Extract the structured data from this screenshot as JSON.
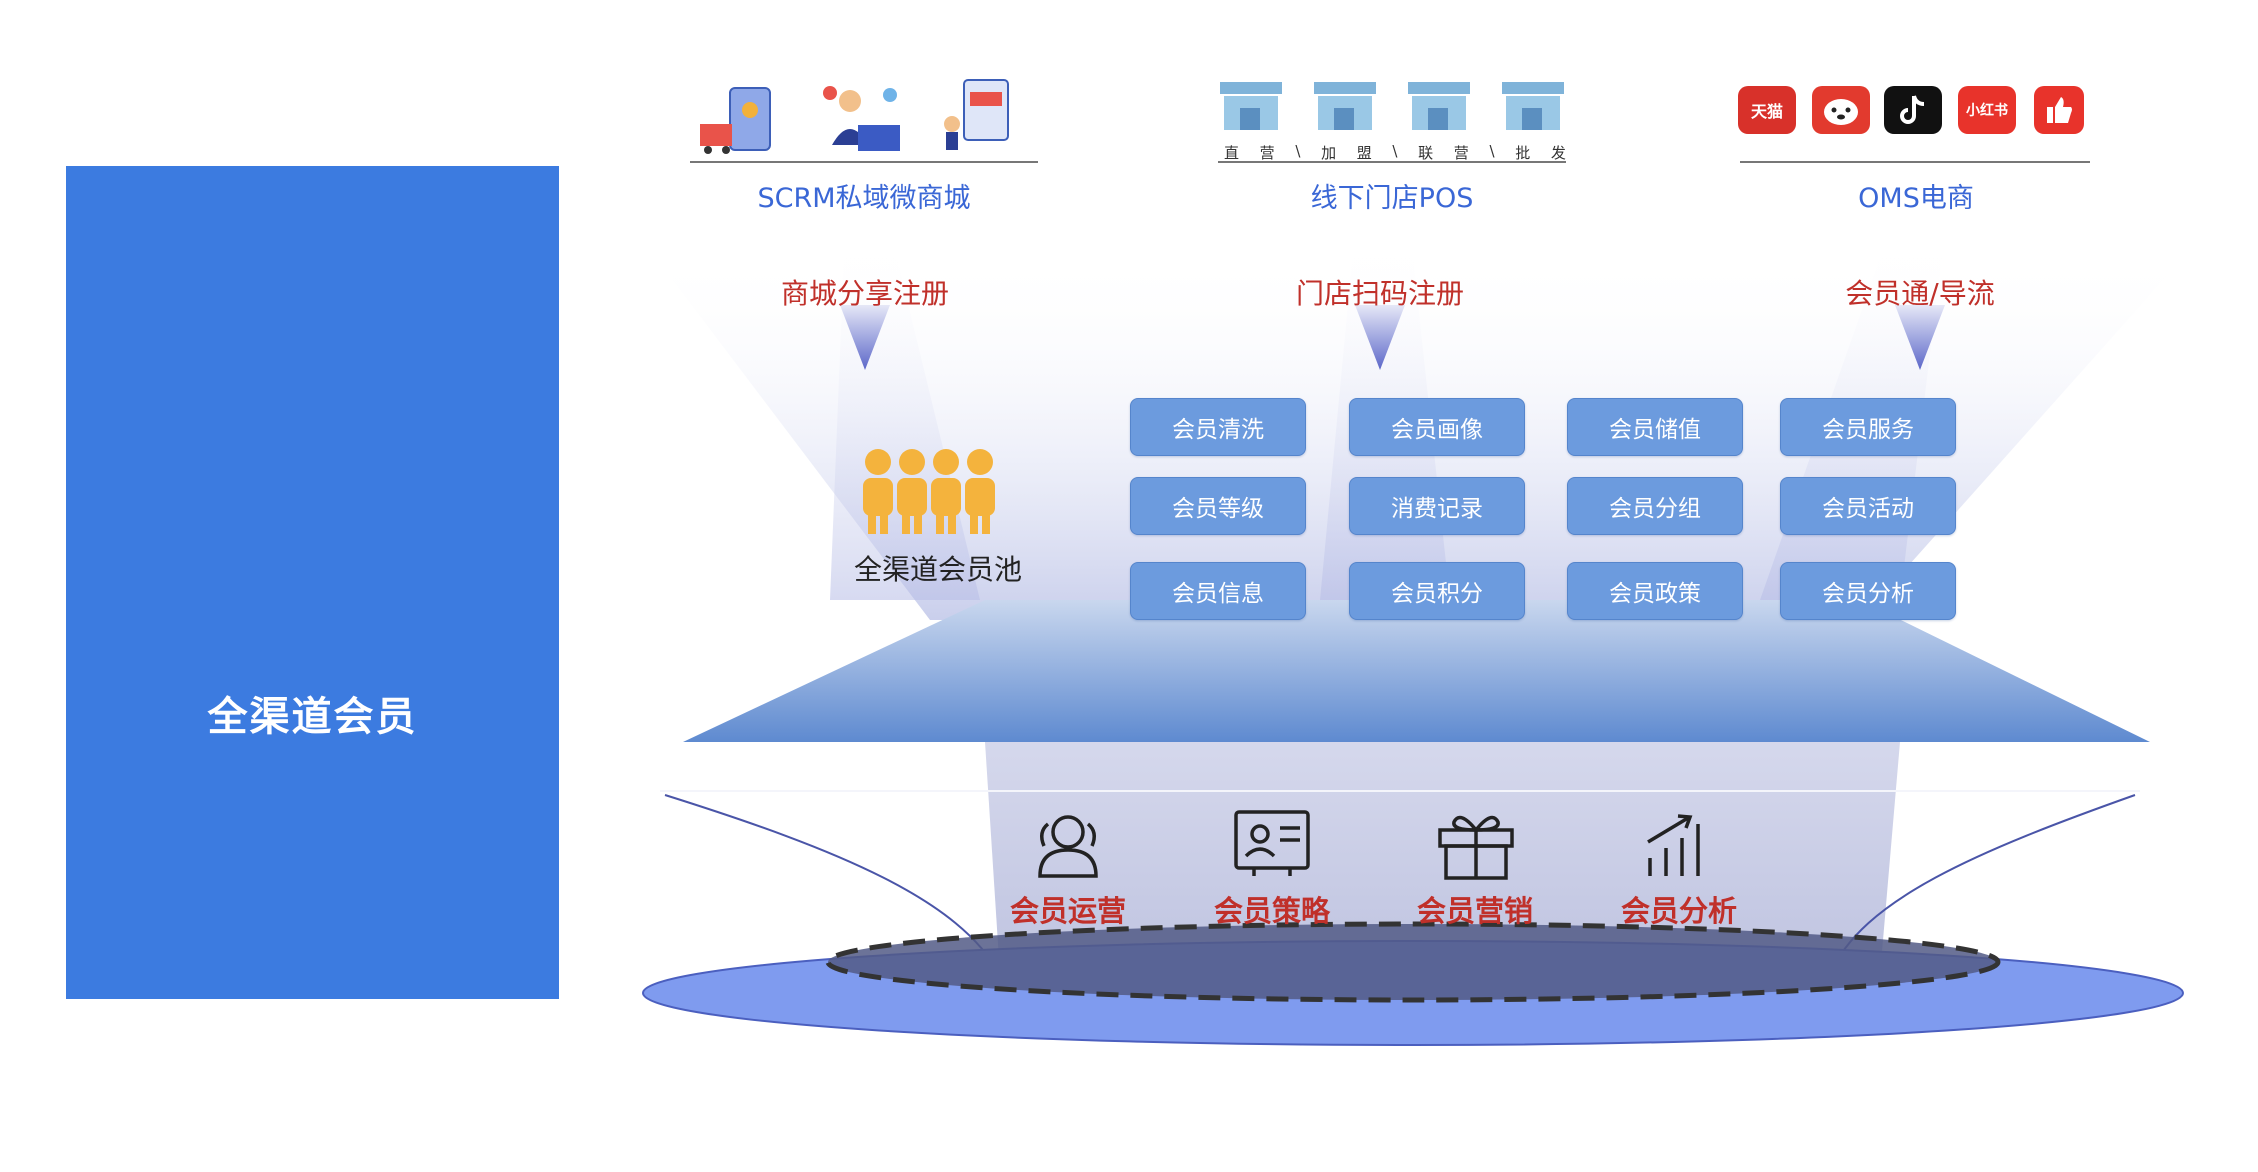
{
  "left_panel": {
    "title": "全渠道会员",
    "color": "#3c7be0"
  },
  "sources": [
    {
      "title": "SCRM私域微商城",
      "flow": "商城分享注册"
    },
    {
      "title": "线下门店POS",
      "flow": "门店扫码注册"
    },
    {
      "title": "OMS电商",
      "flow": "会员通/导流"
    }
  ],
  "store_channels": [
    "直",
    "营",
    "加",
    "盟",
    "联",
    "营",
    "批",
    "发"
  ],
  "apps": [
    {
      "name": "tmall-icon",
      "label": "天猫",
      "color": "#d8312a"
    },
    {
      "name": "jd-icon",
      "label": "",
      "color": "#e23a2e"
    },
    {
      "name": "tiktok-icon",
      "label": "",
      "color": "#111111"
    },
    {
      "name": "xiaohongshu-icon",
      "label": "小红书",
      "color": "#e8332b"
    },
    {
      "name": "thumb-icon",
      "label": "",
      "color": "#e8332b"
    }
  ],
  "pool_label": "全渠道会员池",
  "functions": [
    [
      "会员清洗",
      "会员画像",
      "会员储值",
      "会员服务"
    ],
    [
      "会员等级",
      "消费记录",
      "会员分组",
      "会员活动"
    ],
    [
      "会员信息",
      "会员积分",
      "会员政策",
      "会员分析"
    ]
  ],
  "bottom_items": [
    {
      "label": "会员运营",
      "icon": "users-icon"
    },
    {
      "label": "会员策略",
      "icon": "profile-card-icon"
    },
    {
      "label": "会员营销",
      "icon": "gift-icon"
    },
    {
      "label": "会员分析",
      "icon": "chart-icon"
    }
  ],
  "colors": {
    "source_title": "#3a67d6",
    "flow_label": "#c0302a",
    "button": "#6c9bde",
    "funnel": "#6f93cf",
    "ellipse": "#7f9bef"
  }
}
